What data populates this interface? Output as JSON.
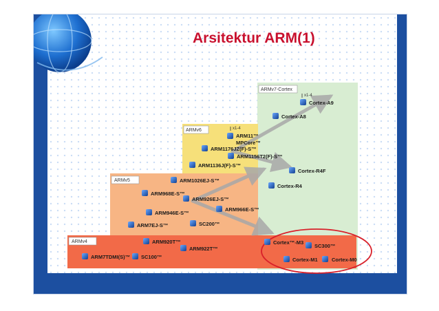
{
  "slide": {
    "title": "Arsitektur ARM(1)"
  },
  "diagram": {
    "architectures": [
      {
        "label": "ARMv4",
        "color": "#f26a48"
      },
      {
        "label": "ARMv5",
        "color": "#f7b584"
      },
      {
        "label": "ARMv6",
        "color": "#f6e07a"
      },
      {
        "label": "ARMv7-Cortex",
        "color": "#d8edd2"
      }
    ],
    "scale_notes": [
      "x1-4",
      "x1-4"
    ],
    "cores": [
      {
        "name": "ARM7TDMI(S)™"
      },
      {
        "name": "SC100™"
      },
      {
        "name": "ARM920T™"
      },
      {
        "name": "ARM922T™"
      },
      {
        "name": "ARM7EJ-S™"
      },
      {
        "name": "SC200™"
      },
      {
        "name": "ARM946E-S™"
      },
      {
        "name": "ARM966E-S™"
      },
      {
        "name": "ARM968E-S™"
      },
      {
        "name": "ARM926EJ-S™"
      },
      {
        "name": "ARM1026EJ-S™"
      },
      {
        "name": "ARM1136J(F)-S™"
      },
      {
        "name": "ARM1156T2(F)-S™"
      },
      {
        "name": "ARM1176JZ(F)-S™"
      },
      {
        "name": "ARM11™"
      },
      {
        "name": "MPCore™"
      },
      {
        "name": "Cortex-A9"
      },
      {
        "name": "Cortex-A8"
      },
      {
        "name": "Cortex-R4F"
      },
      {
        "name": "Cortex-R4"
      },
      {
        "name": "Cortex™-M3"
      },
      {
        "name": "SC300™"
      },
      {
        "name": "Cortex-M1"
      },
      {
        "name": "Cortex-M0"
      }
    ],
    "colors": {
      "title": "#c8102e",
      "frame": "#1c4fa0",
      "chip": "#1f5fbf",
      "arrow": "#a8a8a8",
      "highlight": "#d8202a"
    }
  }
}
